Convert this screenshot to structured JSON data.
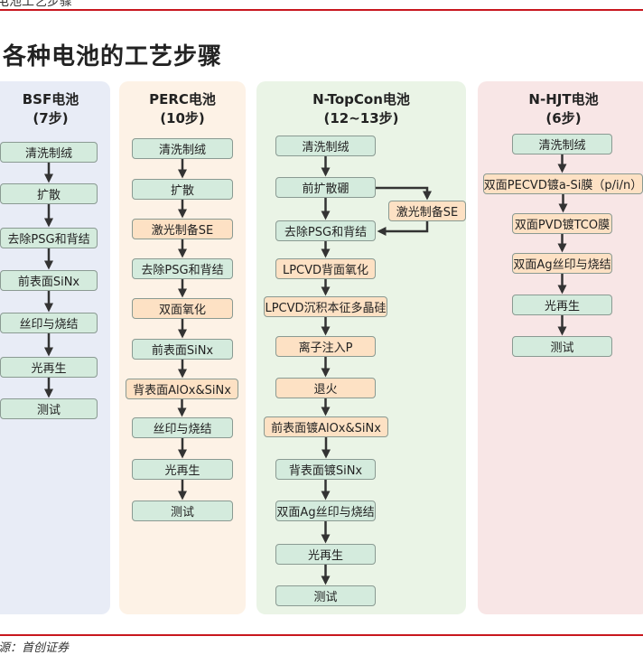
{
  "header": {
    "text": "电池工艺步骤"
  },
  "title": "各种电池的工艺步骤",
  "source": "源：首创证券",
  "colors": {
    "accent_line": "#c8171e",
    "step_green": "#d4ebdd",
    "step_orange": "#fde1c4"
  },
  "columns": [
    {
      "name": "BSF电池",
      "steps_count": "(7步)",
      "bg": "#e8ecf6",
      "steps": [
        {
          "label": "清洗制绒",
          "style": "g"
        },
        {
          "label": "扩散",
          "style": "g"
        },
        {
          "label": "去除PSG和背结",
          "style": "g"
        },
        {
          "label": "前表面SiNx",
          "style": "g"
        },
        {
          "label": "丝印与烧结",
          "style": "g"
        },
        {
          "label": "光再生",
          "style": "g"
        },
        {
          "label": "测试",
          "style": "g"
        }
      ]
    },
    {
      "name": "PERC电池",
      "steps_count": "(10步)",
      "bg": "#fdf2e6",
      "steps": [
        {
          "label": "清洗制绒",
          "style": "g"
        },
        {
          "label": "扩散",
          "style": "g"
        },
        {
          "label": "激光制备SE",
          "style": "o"
        },
        {
          "label": "去除PSG和背结",
          "style": "g"
        },
        {
          "label": "双面氧化",
          "style": "o"
        },
        {
          "label": "前表面SiNx",
          "style": "g"
        },
        {
          "label": "背表面AlOx&SiNx",
          "style": "o"
        },
        {
          "label": "丝印与烧结",
          "style": "g"
        },
        {
          "label": "光再生",
          "style": "g"
        },
        {
          "label": "测试",
          "style": "g"
        }
      ]
    },
    {
      "name": "N-TopCon电池",
      "steps_count": "(12~13步)",
      "bg": "#eaf4e6",
      "steps": [
        {
          "label": "清洗制绒",
          "style": "g"
        },
        {
          "label": "前扩散硼",
          "style": "g"
        },
        {
          "label": "去除PSG和背结",
          "style": "g"
        },
        {
          "label": "LPCVD背面氧化",
          "style": "o"
        },
        {
          "label": "LPCVD沉积本征多晶硅",
          "style": "o"
        },
        {
          "label": "离子注入P",
          "style": "o"
        },
        {
          "label": "退火",
          "style": "o"
        },
        {
          "label": "前表面镀AlOx&SiNx",
          "style": "o"
        },
        {
          "label": "背表面镀SiNx",
          "style": "g"
        },
        {
          "label": "双面Ag丝印与烧结",
          "style": "g"
        },
        {
          "label": "光再生",
          "style": "g"
        },
        {
          "label": "测试",
          "style": "g"
        }
      ],
      "side_step": {
        "label": "激光制备SE",
        "style": "o"
      }
    },
    {
      "name": "N-HJT电池",
      "steps_count": "(6步)",
      "bg": "#f8e6e6",
      "steps": [
        {
          "label": "清洗制绒",
          "style": "g"
        },
        {
          "label": "双面PECVD镀a-Si膜（p/i/n）",
          "style": "o"
        },
        {
          "label": "双面PVD镀TCO膜",
          "style": "o"
        },
        {
          "label": "双面Ag丝印与烧结",
          "style": "o"
        },
        {
          "label": "光再生",
          "style": "g"
        },
        {
          "label": "测试",
          "style": "g"
        }
      ]
    }
  ]
}
